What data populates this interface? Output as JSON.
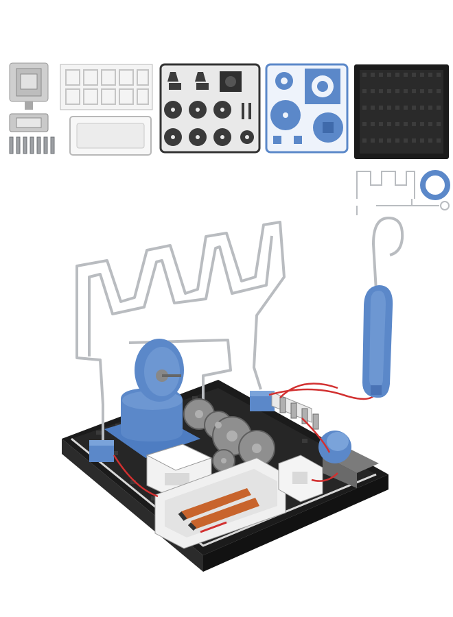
{
  "image": {
    "background_color": "#ffffff",
    "kind": "product photo",
    "colors": {
      "frame_gray": "#d4d4d4",
      "frame_dark": "#3a3a3a",
      "blue": "#5b88c9",
      "blue_dark": "#3f6aab",
      "black_board": "#1b1b1b",
      "wire_silver": "#b9bcc0",
      "red_wire": "#d23030",
      "battery_orange": "#c8642c",
      "white_part": "#f2f2f2"
    },
    "parts_row": [
      "gray-switch-parts",
      "clear-frame-parts",
      "gray-gear-sprue",
      "blue-part-sprue",
      "black-base-plate"
    ]
  }
}
